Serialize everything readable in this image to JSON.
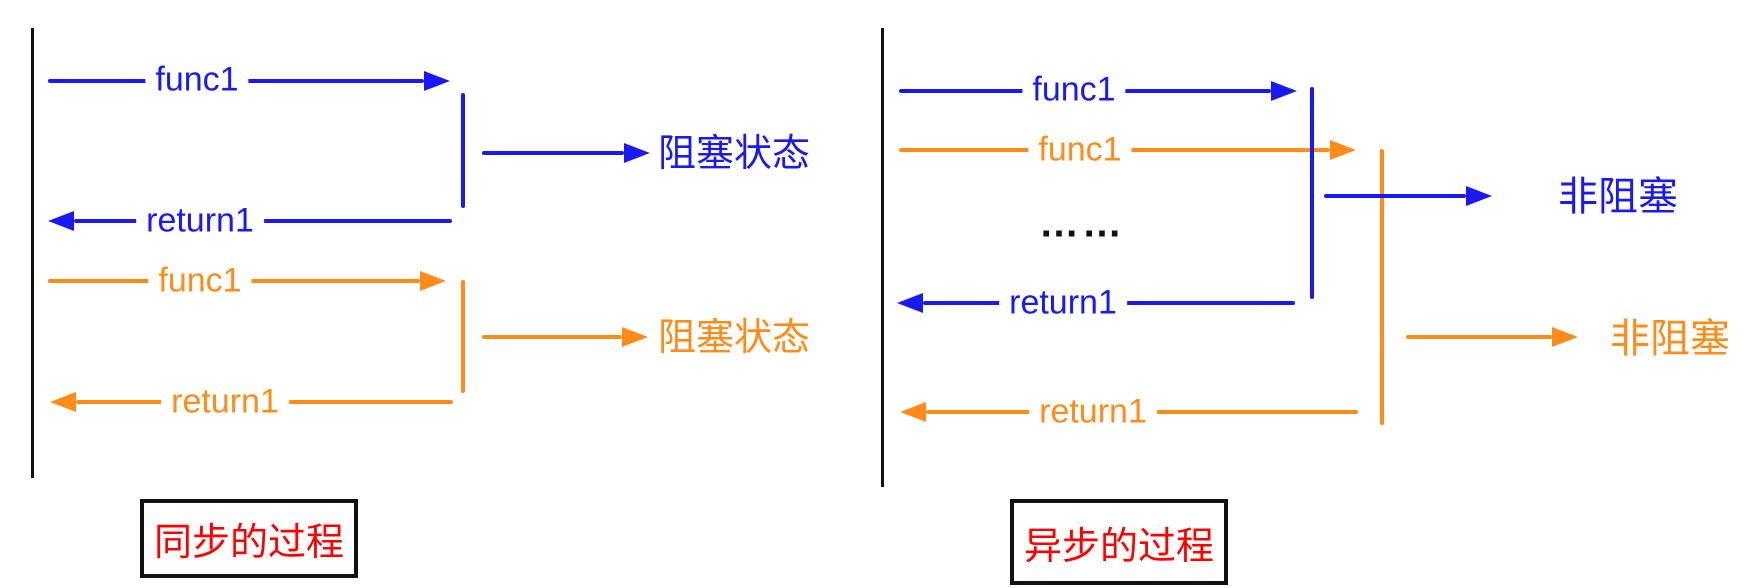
{
  "colors": {
    "blue": "#1a1af0",
    "orange": "#ff8c1a",
    "red": "#ff0000",
    "black": "#111111"
  },
  "left_diagram": {
    "title": "同步的过程",
    "call1_label": "func1",
    "return1_label": "return1",
    "state1_label": "阻塞状态",
    "call2_label": "func1",
    "return2_label": "return1",
    "state2_label": "阻塞状态"
  },
  "right_diagram": {
    "title": "异步的过程",
    "call1_label": "func1",
    "call2_label": "func1",
    "ellipsis": "……",
    "return1_label": "return1",
    "return2_label": "return1",
    "state1_label": "非阻塞",
    "state2_label": "非阻塞"
  }
}
